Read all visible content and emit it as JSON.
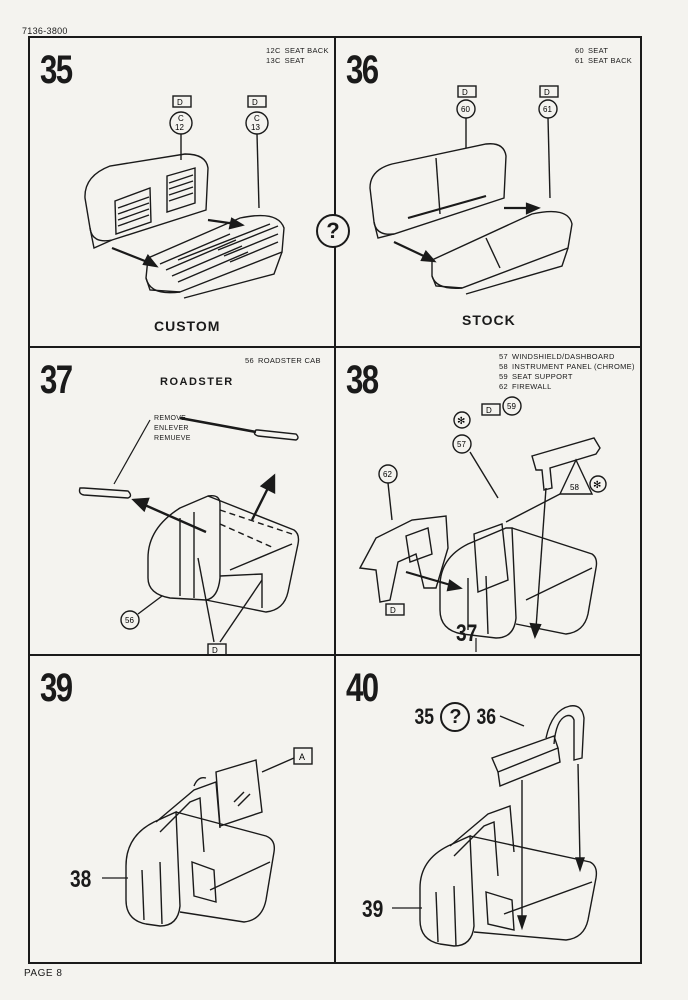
{
  "header": {
    "doc_code": "7136-3800"
  },
  "footer": {
    "page": "PAGE 8"
  },
  "steps": {
    "s35": {
      "number": "35",
      "parts": [
        {
          "num": "12C",
          "name": "SEAT BACK"
        },
        {
          "num": "13C",
          "name": "SEAT"
        }
      ],
      "callouts": {
        "c1_top": "C",
        "c1_bottom": "12",
        "c2_top": "C",
        "c2_bottom": "13",
        "flag": "D"
      },
      "caption": "CUSTOM"
    },
    "s36": {
      "number": "36",
      "parts": [
        {
          "num": "60",
          "name": "SEAT"
        },
        {
          "num": "61",
          "name": "SEAT BACK"
        }
      ],
      "callouts": {
        "c1": "60",
        "c2": "61",
        "flag": "D"
      },
      "caption": "STOCK"
    },
    "choice_symbol": "?",
    "s37": {
      "number": "37",
      "parts": [
        {
          "num": "56",
          "name": "ROADSTER CAB"
        }
      ],
      "title": "ROADSTER",
      "remove": [
        "REMOVE",
        "ENLEVER",
        "REMUEVE"
      ],
      "callouts": {
        "c1": "56",
        "flag": "D"
      }
    },
    "s38": {
      "number": "38",
      "parts": [
        {
          "num": "57",
          "name": "WINDSHIELD/DASHBOARD"
        },
        {
          "num": "58",
          "name": "INSTRUMENT PANEL (CHROME)"
        },
        {
          "num": "59",
          "name": "SEAT SUPPORT"
        },
        {
          "num": "62",
          "name": "FIREWALL"
        }
      ],
      "callouts": {
        "c57": "57",
        "c58": "58",
        "c59": "59",
        "c62": "62",
        "flag": "D",
        "ref": "37"
      }
    },
    "s39": {
      "number": "39",
      "callouts": {
        "ref": "38",
        "box": "A"
      }
    },
    "s40": {
      "number": "40",
      "choice_left": "35",
      "choice_right": "36",
      "choice_symbol": "?",
      "callouts": {
        "ref": "39"
      }
    }
  }
}
